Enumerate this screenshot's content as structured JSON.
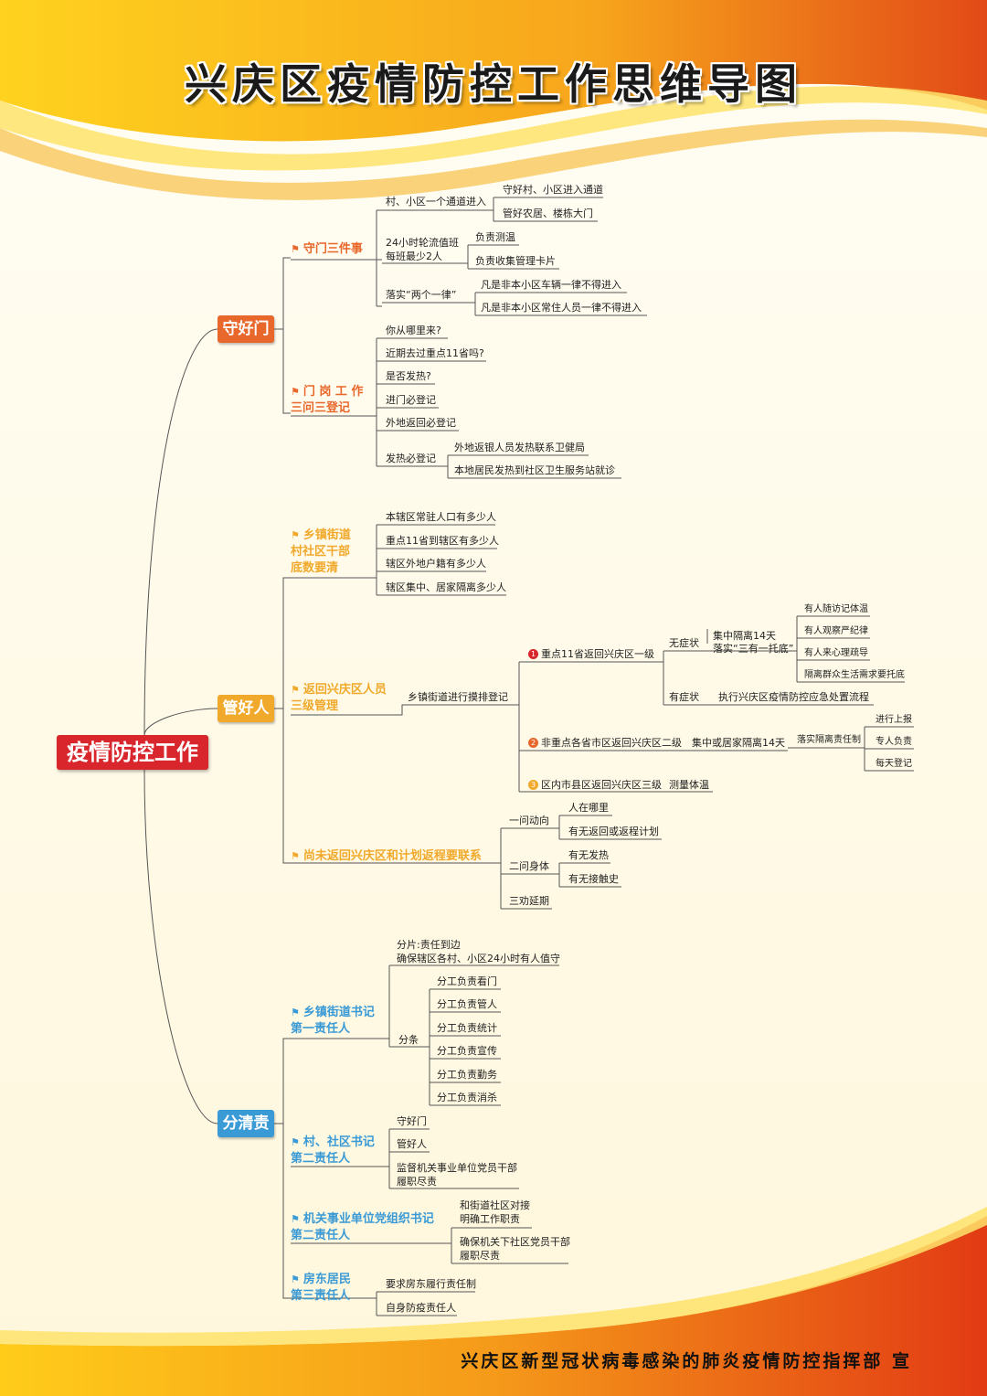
{
  "poster": {
    "title": "兴庆区疫情防控工作思维导图",
    "footer": "兴庆区新型冠状病毒感染的肺炎疫情防控指挥部 宣"
  },
  "colors": {
    "root": "#d8262c",
    "orange": "#e8672a",
    "gold": "#f0a92b",
    "blue": "#3a9ad6"
  },
  "root": "疫情防控工作",
  "branches": [
    {
      "label": "守好门",
      "subs": [
        {
          "label": "守门三件事",
          "items": [
            {
              "label": "村、小区一个通道进入",
              "children": [
                "守好村、小区进入通道",
                "管好农居、楼栋大门"
              ]
            },
            {
              "label": "24小时轮流值班\n每班最少2人",
              "children": [
                "负责测温",
                "负责收集管理卡片"
              ]
            },
            {
              "label": "落实“两个一律”",
              "children": [
                "凡是非本小区车辆一律不得进入",
                "凡是非本小区常住人员一律不得进入"
              ]
            }
          ]
        },
        {
          "label": "门 岗 工 作\n三问三登记",
          "items": [
            {
              "label": "你从哪里来?"
            },
            {
              "label": "近期去过重点11省吗?"
            },
            {
              "label": "是否发热?"
            },
            {
              "label": "进门必登记"
            },
            {
              "label": "外地返回必登记"
            },
            {
              "label": "发热必登记",
              "children": [
                "外地返银人员发热联系卫健局",
                "本地居民发热到社区卫生服务站就诊"
              ]
            }
          ]
        }
      ]
    },
    {
      "label": "管好人",
      "subs": [
        {
          "label": "乡镇街道\n村社区干部\n底数要清",
          "items": [
            {
              "label": "本辖区常驻人口有多少人"
            },
            {
              "label": "重点11省到辖区有多少人"
            },
            {
              "label": "辖区外地户籍有多少人"
            },
            {
              "label": "辖区集中、居家隔离多少人"
            }
          ]
        },
        {
          "label": "返回兴庆区人员\n三级管理",
          "items": [
            {
              "label": "乡镇街道进行摸排登记",
              "levels": [
                {
                  "num": "1",
                  "label": "重点11省返回兴庆区一级",
                  "children": [
                    {
                      "label": "无症状",
                      "mid": "集中隔离14天\n落实“三有一托底”",
                      "leaves": [
                        "有人随访记体温",
                        "有人观察严纪律",
                        "有人来心理疏导",
                        "隔离群众生活需求要托底"
                      ]
                    },
                    {
                      "label": "有症状",
                      "mid": "执行兴庆区疫情防控应急处置流程"
                    }
                  ]
                },
                {
                  "num": "2",
                  "label": "非重点各省市区返回兴庆区二级",
                  "next": "集中或居家隔离14天",
                  "mid": "落实隔离责任制",
                  "leaves": [
                    "进行上报",
                    "专人负责",
                    "每天登记"
                  ]
                },
                {
                  "num": "3",
                  "label": "区内市县区返回兴庆区三级",
                  "next": "测量体温"
                }
              ]
            }
          ]
        },
        {
          "label": "尚未返回兴庆区和计划返程要联系",
          "items": [
            {
              "label": "一问动向",
              "children": [
                "人在哪里",
                "有无返回或返程计划"
              ]
            },
            {
              "label": "二问身体",
              "children": [
                "有无发热",
                "有无接触史"
              ]
            },
            {
              "label": "三劝延期"
            }
          ]
        }
      ]
    },
    {
      "label": "分清责",
      "subs": [
        {
          "label": "乡镇街道书记\n第一责任人",
          "items": [
            {
              "label": "分片:责任到边\n确保辖区各村、小区24小时有人值守"
            },
            {
              "label": "分条",
              "children": [
                "分工负责看门",
                "分工负责管人",
                "分工负责统计",
                "分工负责宣传",
                "分工负责勤务",
                "分工负责消杀"
              ]
            }
          ]
        },
        {
          "label": "村、社区书记\n第二责任人",
          "items": [
            {
              "label": "守好门"
            },
            {
              "label": "管好人"
            },
            {
              "label": "监督机关事业单位党员干部\n履职尽责"
            }
          ]
        },
        {
          "label": "机关事业单位党组织书记\n第二责任人",
          "items": [
            {
              "label": "和街道社区对接\n明确工作职责"
            },
            {
              "label": "确保机关下社区党员干部\n履职尽责"
            }
          ]
        },
        {
          "label": "房东居民\n第三责任人",
          "items": [
            {
              "label": "要求房东履行责任制"
            },
            {
              "label": "自身防疫责任人"
            }
          ]
        }
      ]
    }
  ]
}
